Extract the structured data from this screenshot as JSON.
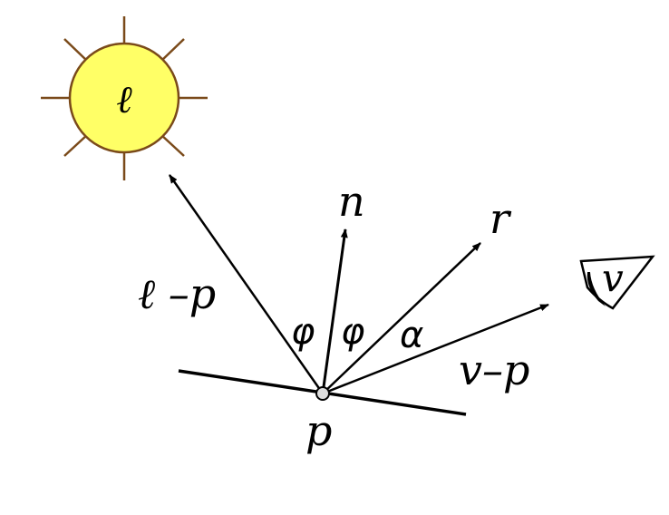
{
  "diagram": {
    "light_symbol": "ℓ",
    "labels": {
      "light_dir": "ℓ –p",
      "normal": "n",
      "reflect": "r",
      "view_dir": "v–p",
      "eye": "v",
      "point": "p",
      "phi_left": "φ",
      "phi_right": "φ",
      "alpha": "α"
    },
    "colors": {
      "sun_fill": "#ffff66",
      "sun_stroke": "#7a4a1a",
      "lines": "#000000",
      "point_fill": "#dddddd"
    }
  }
}
